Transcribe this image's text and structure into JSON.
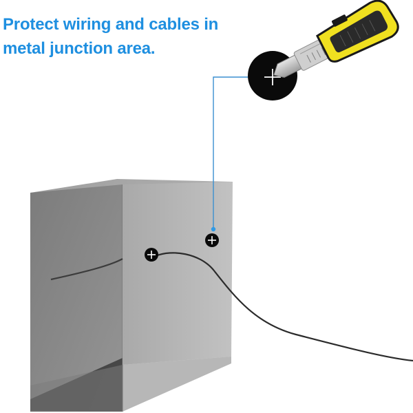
{
  "caption": {
    "line1": "Protect wiring and cables in",
    "line2": "metal junction area.",
    "color": "#1e8fe0"
  },
  "illustration": {
    "subject": "metal junction box with wire entry holes",
    "tool_icon": "utility-knife-icon",
    "hole_marker_icon": "plus-in-black-circle-icon",
    "colors": {
      "box_front": "#8a8a8a",
      "box_top": "#a3a3a3",
      "box_side": "#b5b5b5",
      "knife_handle": "#f0e020",
      "leader_line": "#3a8fd0",
      "wire": "#2b2b2b"
    }
  }
}
